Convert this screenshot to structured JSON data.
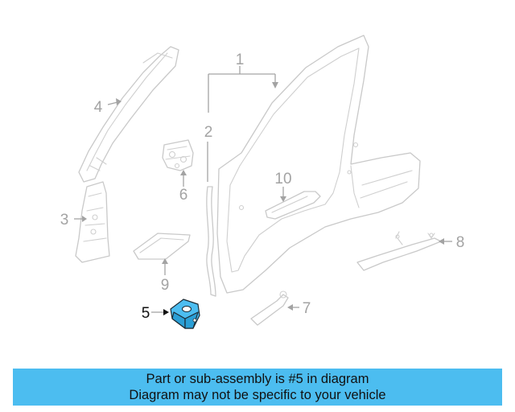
{
  "diagram": {
    "callouts": {
      "c1": "1",
      "c2": "2",
      "c3": "3",
      "c4": "4",
      "c5": "5",
      "c6": "6",
      "c7": "7",
      "c8": "8",
      "c9": "9",
      "c10": "10"
    },
    "highlighted_part": "5",
    "colors": {
      "highlight": "#4cbdf0",
      "line_art": "#c9c9c9",
      "callout_text": "#a3a3a3",
      "active_callout_text": "#111111"
    }
  },
  "banner": {
    "line1": "Part or sub-assembly is #5 in diagram",
    "line2": "Diagram may not be specific to your vehicle",
    "color": "#4cbdf0"
  }
}
